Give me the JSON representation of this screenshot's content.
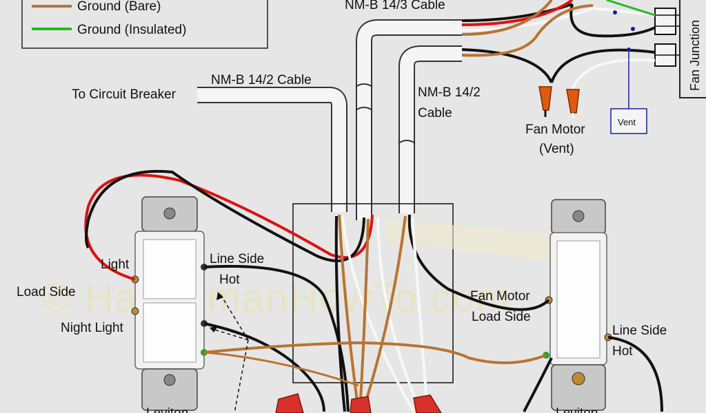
{
  "legend": {
    "items": [
      {
        "label": "Ground (Bare)",
        "color": "#b87333"
      },
      {
        "label": "Ground (Insulated)",
        "color": "#22bb22"
      }
    ]
  },
  "labels": {
    "cable_top": "NM-B 14/3 Cable",
    "cable_left": "NM-B 14/2 Cable",
    "cable_mid_line1": "NM-B 14/2",
    "cable_mid_line2": "Cable",
    "circuit_breaker": "To Circuit Breaker",
    "fan_motor_line1": "Fan Motor",
    "fan_motor_line2": "(Vent)",
    "vent": "Vent",
    "fan_junction": "Fan Junction",
    "light": "Light",
    "load_side": "Load Side",
    "night_light": "Night Light",
    "line_side_hot_left_1": "Line Side",
    "line_side_hot_left_2": "Hot",
    "fan_motor_load_1": "Fan Motor",
    "fan_motor_load_2": "Load Side",
    "line_side_hot_right_1": "Line Side",
    "line_side_hot_right_2": "Hot",
    "leviton_left": "Leviton",
    "leviton_right": "Leviton",
    "watermark": "© HandymanHowTo.com"
  },
  "colors": {
    "hot_black": "#111111",
    "hot_red": "#e01010",
    "ground_bare": "#b87333",
    "ground_insulated": "#22bb22",
    "neutral_white": "#ffffff",
    "wire_nut": "#e05a10",
    "signal_blue": "#1a1aa8"
  }
}
